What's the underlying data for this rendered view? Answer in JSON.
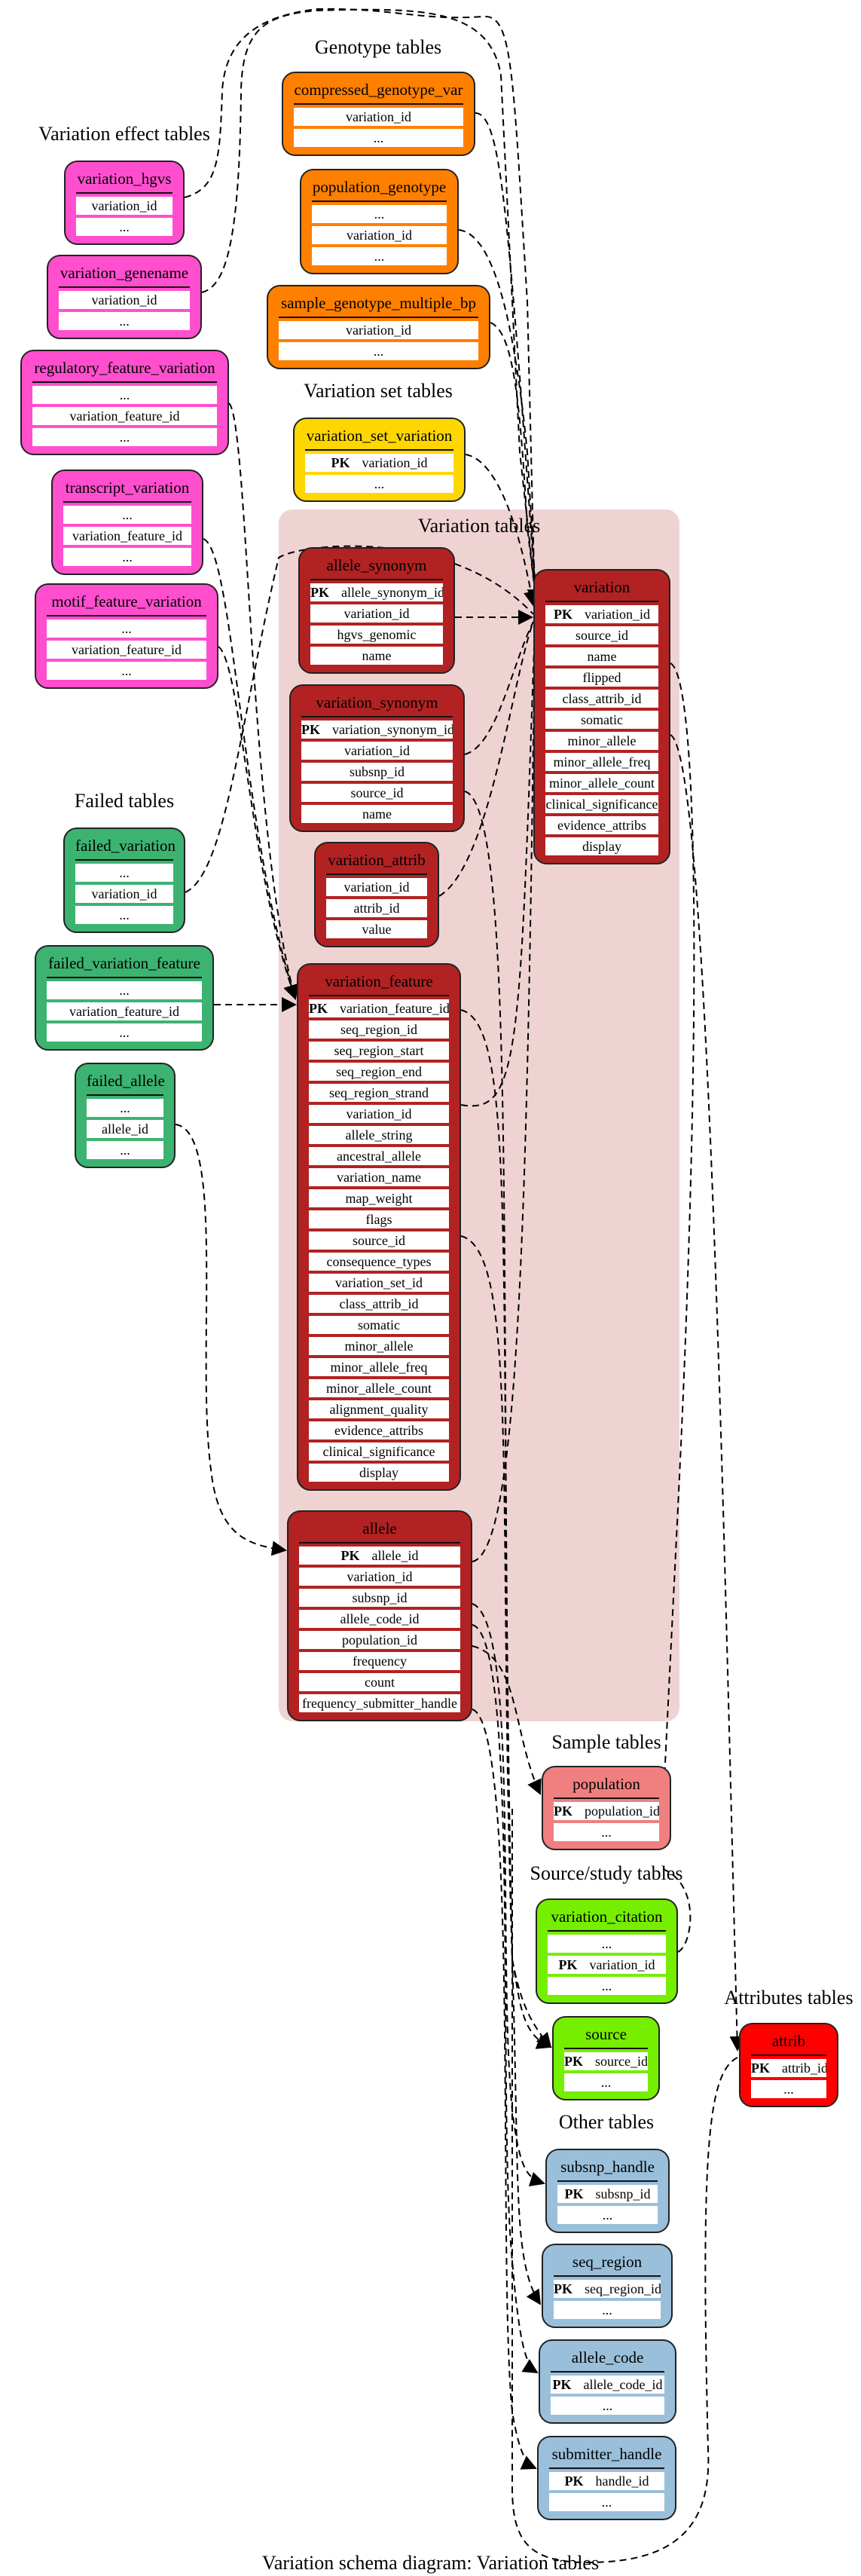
{
  "caption": "Variation schema diagram: Variation tables",
  "groups": {
    "genotype": "Genotype tables",
    "variation_effect": "Variation effect tables",
    "variation_set": "Variation set tables",
    "variation": "Variation tables",
    "failed": "Failed tables",
    "sample": "Sample tables",
    "source_study": "Source/study tables",
    "attributes": "Attributes tables",
    "other": "Other tables"
  },
  "pk_label": "PK",
  "colors": {
    "genotype": "#ff8000",
    "effect": "#ff4fcf",
    "set": "#ffd700",
    "variation": "#b22222",
    "failed": "#3cb371",
    "sample": "#f08080",
    "source": "#76ee00",
    "attrib": "#ff0000",
    "other": "#9abfdb",
    "cluster": "#efd3d3"
  },
  "tables": [
    {
      "id": "compressed_genotype_var",
      "group": "genotype",
      "rows": [
        {
          "name": "variation_id"
        },
        {
          "name": "..."
        }
      ]
    },
    {
      "id": "population_genotype",
      "group": "genotype",
      "rows": [
        {
          "name": "..."
        },
        {
          "name": "variation_id"
        },
        {
          "name": "..."
        }
      ]
    },
    {
      "id": "sample_genotype_multiple_bp",
      "group": "genotype",
      "rows": [
        {
          "name": "variation_id"
        },
        {
          "name": "..."
        }
      ]
    },
    {
      "id": "variation_set_variation",
      "group": "set",
      "rows": [
        {
          "name": "variation_id",
          "pk": true
        },
        {
          "name": "..."
        }
      ]
    },
    {
      "id": "variation_hgvs",
      "group": "effect",
      "rows": [
        {
          "name": "variation_id"
        },
        {
          "name": "..."
        }
      ]
    },
    {
      "id": "variation_genename",
      "group": "effect",
      "rows": [
        {
          "name": "variation_id"
        },
        {
          "name": "..."
        }
      ]
    },
    {
      "id": "regulatory_feature_variation",
      "group": "effect",
      "rows": [
        {
          "name": "..."
        },
        {
          "name": "variation_feature_id"
        },
        {
          "name": "..."
        }
      ]
    },
    {
      "id": "transcript_variation",
      "group": "effect",
      "rows": [
        {
          "name": "..."
        },
        {
          "name": "variation_feature_id"
        },
        {
          "name": "..."
        }
      ]
    },
    {
      "id": "motif_feature_variation",
      "group": "effect",
      "rows": [
        {
          "name": "..."
        },
        {
          "name": "variation_feature_id"
        },
        {
          "name": "..."
        }
      ]
    },
    {
      "id": "failed_variation",
      "group": "failed",
      "rows": [
        {
          "name": "..."
        },
        {
          "name": "variation_id"
        },
        {
          "name": "..."
        }
      ]
    },
    {
      "id": "failed_variation_feature",
      "group": "failed",
      "rows": [
        {
          "name": "..."
        },
        {
          "name": "variation_feature_id"
        },
        {
          "name": "..."
        }
      ]
    },
    {
      "id": "failed_allele",
      "group": "failed",
      "rows": [
        {
          "name": "..."
        },
        {
          "name": "allele_id"
        },
        {
          "name": "..."
        }
      ]
    },
    {
      "id": "allele_synonym",
      "group": "variation",
      "rows": [
        {
          "name": "allele_synonym_id",
          "pk": true
        },
        {
          "name": "variation_id"
        },
        {
          "name": "hgvs_genomic"
        },
        {
          "name": "name"
        }
      ]
    },
    {
      "id": "variation_synonym",
      "group": "variation",
      "rows": [
        {
          "name": "variation_synonym_id",
          "pk": true
        },
        {
          "name": "variation_id"
        },
        {
          "name": "subsnp_id"
        },
        {
          "name": "source_id"
        },
        {
          "name": "name"
        }
      ]
    },
    {
      "id": "variation_attrib",
      "group": "variation",
      "rows": [
        {
          "name": "variation_id"
        },
        {
          "name": "attrib_id"
        },
        {
          "name": "value"
        }
      ]
    },
    {
      "id": "variation",
      "group": "variation",
      "rows": [
        {
          "name": "variation_id",
          "pk": true
        },
        {
          "name": "source_id"
        },
        {
          "name": "name"
        },
        {
          "name": "flipped"
        },
        {
          "name": "class_attrib_id"
        },
        {
          "name": "somatic"
        },
        {
          "name": "minor_allele"
        },
        {
          "name": "minor_allele_freq"
        },
        {
          "name": "minor_allele_count"
        },
        {
          "name": "clinical_significance"
        },
        {
          "name": "evidence_attribs"
        },
        {
          "name": "display"
        }
      ]
    },
    {
      "id": "variation_feature",
      "group": "variation",
      "rows": [
        {
          "name": "variation_feature_id",
          "pk": true
        },
        {
          "name": "seq_region_id"
        },
        {
          "name": "seq_region_start"
        },
        {
          "name": "seq_region_end"
        },
        {
          "name": "seq_region_strand"
        },
        {
          "name": "variation_id"
        },
        {
          "name": "allele_string"
        },
        {
          "name": "ancestral_allele"
        },
        {
          "name": "variation_name"
        },
        {
          "name": "map_weight"
        },
        {
          "name": "flags"
        },
        {
          "name": "source_id"
        },
        {
          "name": "consequence_types"
        },
        {
          "name": "variation_set_id"
        },
        {
          "name": "class_attrib_id"
        },
        {
          "name": "somatic"
        },
        {
          "name": "minor_allele"
        },
        {
          "name": "minor_allele_freq"
        },
        {
          "name": "minor_allele_count"
        },
        {
          "name": "alignment_quality"
        },
        {
          "name": "evidence_attribs"
        },
        {
          "name": "clinical_significance"
        },
        {
          "name": "display"
        }
      ]
    },
    {
      "id": "allele",
      "group": "variation",
      "rows": [
        {
          "name": "allele_id",
          "pk": true
        },
        {
          "name": "variation_id"
        },
        {
          "name": "subsnp_id"
        },
        {
          "name": "allele_code_id"
        },
        {
          "name": "population_id"
        },
        {
          "name": "frequency"
        },
        {
          "name": "count"
        },
        {
          "name": "frequency_submitter_handle"
        }
      ]
    },
    {
      "id": "population",
      "group": "sample",
      "rows": [
        {
          "name": "population_id",
          "pk": true
        },
        {
          "name": "..."
        }
      ]
    },
    {
      "id": "variation_citation",
      "group": "source",
      "rows": [
        {
          "name": "..."
        },
        {
          "name": "variation_id",
          "pk": true
        },
        {
          "name": "..."
        }
      ]
    },
    {
      "id": "source",
      "group": "source",
      "rows": [
        {
          "name": "source_id",
          "pk": true
        },
        {
          "name": "..."
        }
      ]
    },
    {
      "id": "attrib",
      "group": "attrib",
      "rows": [
        {
          "name": "attrib_id",
          "pk": true
        },
        {
          "name": "..."
        }
      ]
    },
    {
      "id": "subsnp_handle",
      "group": "other",
      "rows": [
        {
          "name": "subsnp_id",
          "pk": true
        },
        {
          "name": "..."
        }
      ]
    },
    {
      "id": "seq_region",
      "group": "other",
      "rows": [
        {
          "name": "seq_region_id",
          "pk": true
        },
        {
          "name": "..."
        }
      ]
    },
    {
      "id": "allele_code",
      "group": "other",
      "rows": [
        {
          "name": "allele_code_id",
          "pk": true
        },
        {
          "name": "..."
        }
      ]
    },
    {
      "id": "submitter_handle",
      "group": "other",
      "rows": [
        {
          "name": "handle_id",
          "pk": true
        },
        {
          "name": "..."
        }
      ]
    }
  ]
}
